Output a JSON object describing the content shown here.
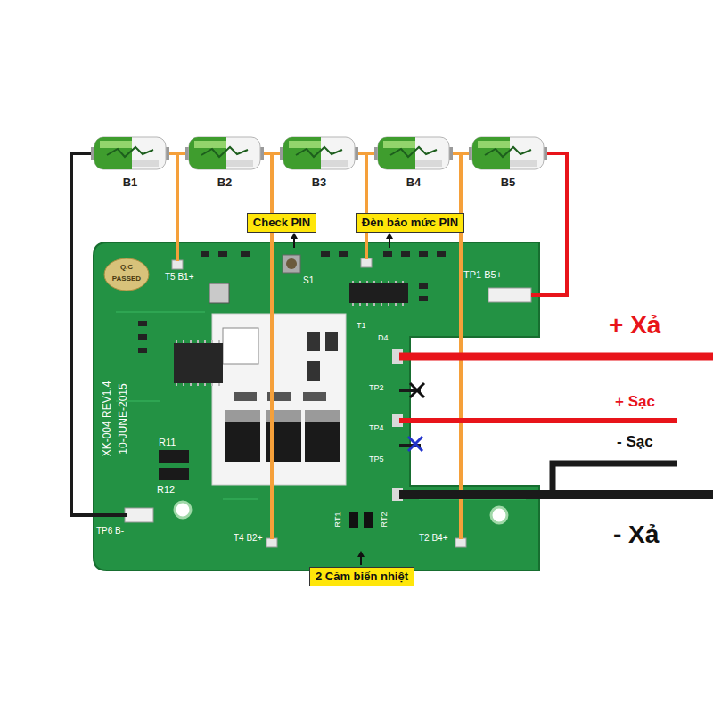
{
  "diagram": {
    "nodes": [
      {
        "text": [
          "B1"
        ]
      },
      {
        "text": [
          "B2"
        ]
      },
      {
        "text": [
          "B3"
        ]
      },
      {
        "text": [
          "B4"
        ]
      },
      {
        "text": [
          "B5"
        ]
      },
      {
        "text": [
          "Check PIN"
        ]
      },
      {
        "text": [
          "Đèn báo mức PIN"
        ]
      },
      {
        "text": [
          "2 Cảm biến nhiệt"
        ]
      }
    ],
    "edges": [
      {
        "from": 0,
        "to": 1,
        "arrow": "none"
      },
      {
        "from": 1,
        "to": 2,
        "arrow": "none"
      },
      {
        "from": 2,
        "to": 3,
        "arrow": "none"
      },
      {
        "from": 3,
        "to": 4,
        "arrow": "none"
      }
    ],
    "labels": [
      "T5 B1+",
      "TP1 B5+",
      "Q.C",
      "PASSED",
      "S1",
      "T1",
      "D4",
      "TP2",
      "TP4",
      "TP5",
      "XK-004 REV1.4",
      "10-JUNE-2015",
      "R11",
      "R12",
      "TP6 B-",
      "T4 B2+",
      "RT1",
      "RT2",
      "T2 B4+",
      "+ Xả",
      "+ Sạc",
      "- Sạc",
      "- Xả"
    ]
  }
}
